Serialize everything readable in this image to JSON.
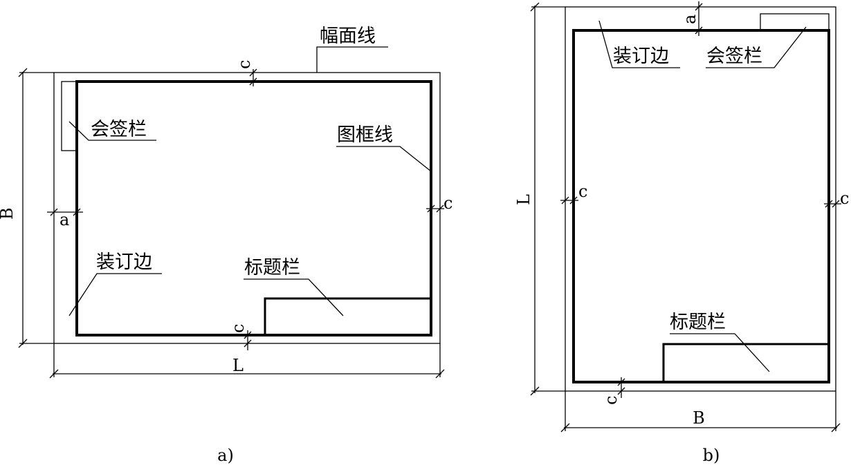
{
  "panel_a": {
    "frame_line_label": "图框线",
    "trim_line_label": "幅面线",
    "signature_label": "会签栏",
    "binding_label": "装订边",
    "title_block_label": "标题栏",
    "dim_c_top": "c",
    "dim_c_right": "c",
    "dim_c_bottom": "c",
    "dim_a": "a",
    "dim_B": "B",
    "dim_L": "L",
    "caption": "a)"
  },
  "panel_b": {
    "binding_label": "装订边",
    "signature_label": "会签栏",
    "title_block_label": "标题栏",
    "dim_a": "a",
    "dim_c_left": "c",
    "dim_c_right": "c",
    "dim_c_bottom": "c",
    "dim_L": "L",
    "dim_B": "B",
    "caption": "b)"
  }
}
